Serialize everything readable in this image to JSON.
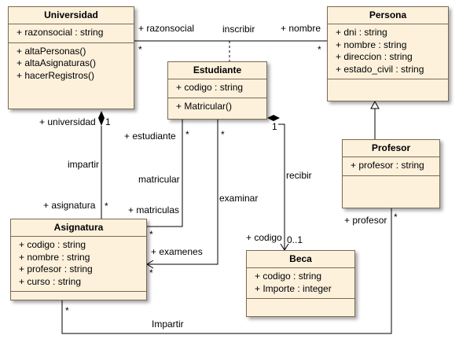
{
  "classes": {
    "universidad": {
      "name": "Universidad",
      "attributes": [
        "+ razonsocial : string"
      ],
      "operations": [
        "+ altaPersonas()",
        "+ altaAsignaturas()",
        "+ hacerRegistros()"
      ]
    },
    "persona": {
      "name": "Persona",
      "attributes": [
        "+ dni : string",
        "+ nombre : string",
        "+ direccion : string",
        "+ estado_civil : string"
      ],
      "operations": []
    },
    "estudiante": {
      "name": "Estudiante",
      "attributes": [
        "+ codigo : string"
      ],
      "operations": [
        "+ Matricular()"
      ]
    },
    "profesor": {
      "name": "Profesor",
      "attributes": [
        "+ profesor : string"
      ],
      "operations": []
    },
    "asignatura": {
      "name": "Asignatura",
      "attributes": [
        "+ codigo : string",
        "+ nombre : string",
        "+ profesor : string",
        "+ curso : string"
      ],
      "operations": []
    },
    "beca": {
      "name": "Beca",
      "attributes": [
        "+ codigo : string",
        "+ Importe : integer"
      ],
      "operations": []
    }
  },
  "labels": {
    "razonsocial": "+ razonsocial",
    "inscribir": "inscribir",
    "nombre": "+ nombre",
    "star": "*",
    "one": "1",
    "universidad_role": "+ universidad",
    "estudiante_role": "+ estudiante",
    "impartir": "impartir",
    "matricular": "matricular",
    "examinar": "examinar",
    "recibir": "recibir",
    "asignatura_role": "+ asignatura",
    "matriculas_role": "+ matriculas",
    "codigo_role": "+ codigo",
    "zero_one": "0..1",
    "profesor_role": "+ profesor",
    "examenes_role": "+ examenes",
    "impartir_cap": "Impartir"
  }
}
